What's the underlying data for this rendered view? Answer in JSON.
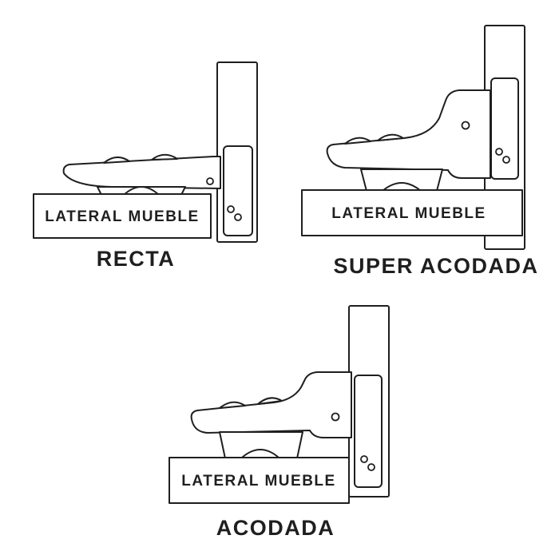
{
  "colors": {
    "line": "#1f1f1f",
    "bg": "#ffffff",
    "text": "#1f1f1f"
  },
  "diagrams": [
    {
      "id": "recta",
      "title": "RECTA",
      "panel_label": "LATERAL MUEBLE"
    },
    {
      "id": "super-acodada",
      "title": "SUPER ACODADA",
      "panel_label": "LATERAL MUEBLE"
    },
    {
      "id": "acodada",
      "title": "ACODADA",
      "panel_label": "LATERAL MUEBLE"
    }
  ]
}
